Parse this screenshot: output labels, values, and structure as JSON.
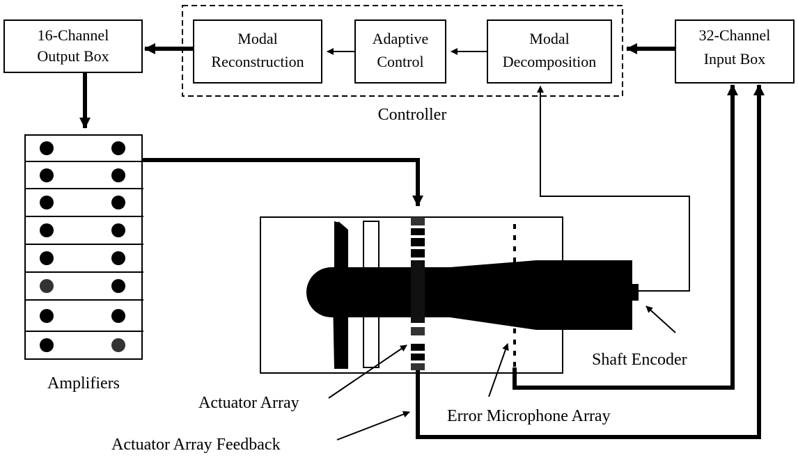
{
  "blocks": {
    "output_box": [
      "16-Channel",
      "Output Box"
    ],
    "modal_reconstruction": [
      "Modal",
      "Reconstruction"
    ],
    "adaptive_control": [
      "Adaptive",
      "Control"
    ],
    "modal_decomposition": [
      "Modal",
      "Decomposition"
    ],
    "input_box": [
      "32-Channel",
      "Input Box"
    ]
  },
  "labels": {
    "controller": "Controller",
    "amplifiers": "Amplifiers",
    "actuator_array": "Actuator Array",
    "actuator_array_feedback": "Actuator Array Feedback",
    "error_microphone_array": "Error Microphone Array",
    "shaft_encoder": "Shaft Encoder"
  }
}
